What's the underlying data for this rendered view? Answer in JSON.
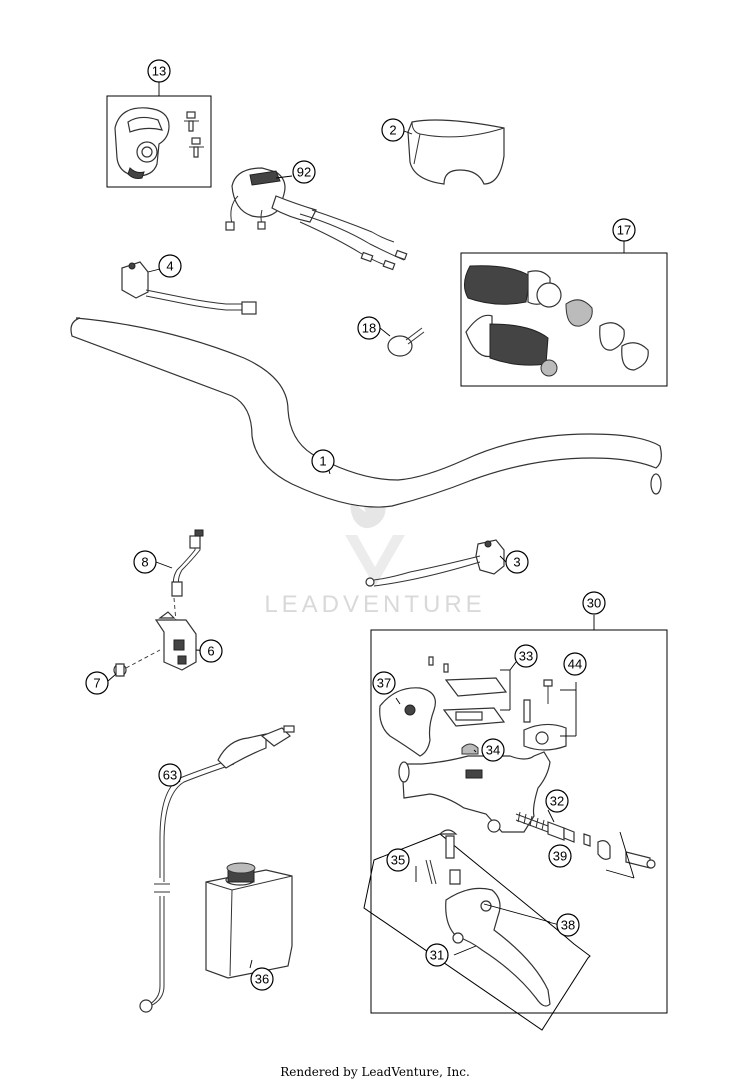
{
  "watermark": {
    "text": "LEADVENTURE"
  },
  "footer": {
    "text": "Rendered by LeadVenture, Inc."
  },
  "callouts": {
    "c1": "1",
    "c2": "2",
    "c3": "3",
    "c4": "4",
    "c6": "6",
    "c7": "7",
    "c8": "8",
    "c13": "13",
    "c17": "17",
    "c18": "18",
    "c30": "30",
    "c31": "31",
    "c32": "32",
    "c33": "33",
    "c34": "34",
    "c35": "35",
    "c36": "36",
    "c37": "37",
    "c38": "38",
    "c39": "39",
    "c44": "44",
    "c63": "63",
    "c92": "92"
  }
}
